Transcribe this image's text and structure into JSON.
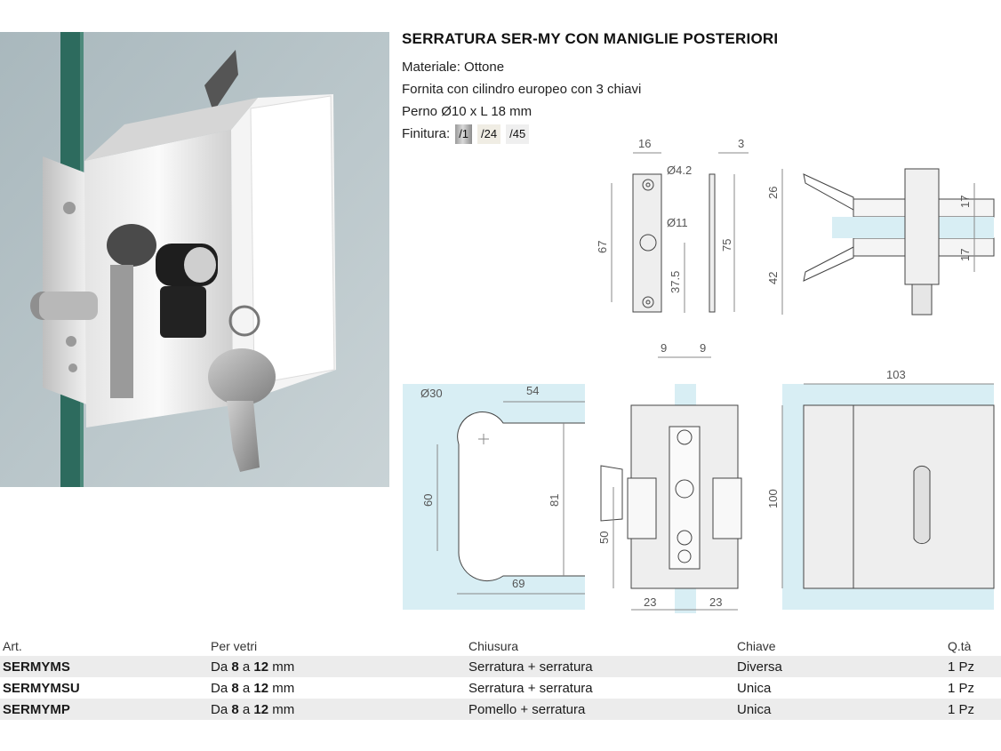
{
  "product": {
    "title": "SERRATURA SER-MY CON MANIGLIE POSTERIORI",
    "material": "Materiale: Ottone",
    "supply": "Fornita con cilindro europeo con 3 chiavi",
    "pin": "Perno Ø10 x L 18 mm",
    "finish_label": "Finitura:",
    "finishes": [
      "/1",
      "/24",
      "/45"
    ]
  },
  "dimensions": {
    "d16": "16",
    "d3": "3",
    "d4_2": "Ø4.2",
    "d11": "Ø11",
    "d67": "67",
    "d37_5": "37.5",
    "d75": "75",
    "d26": "26",
    "d17a": "17",
    "d17b": "17",
    "d42": "42",
    "d9a": "9",
    "d9b": "9",
    "d50": "50",
    "d23a": "23",
    "d23b": "23",
    "d30": "Ø30",
    "d54": "54",
    "d60": "60",
    "d81": "81",
    "d69": "69",
    "d103": "103",
    "d100": "100"
  },
  "table": {
    "headers": [
      "Art.",
      "Per vetri",
      "Chiusura",
      "Chiave",
      "Q.tà"
    ],
    "rows": [
      {
        "art": "SERMYMS",
        "glass_a": "Da ",
        "glass_b": "8",
        "glass_c": " a ",
        "glass_d": "12",
        "glass_e": " mm",
        "closure": "Serratura + serratura",
        "key": "Diversa",
        "qty": "1 Pz"
      },
      {
        "art": "SERMYMSU",
        "glass_a": "Da ",
        "glass_b": "8",
        "glass_c": " a ",
        "glass_d": "12",
        "glass_e": " mm",
        "closure": "Serratura + serratura",
        "key": "Unica",
        "qty": "1 Pz"
      },
      {
        "art": "SERMYMP",
        "glass_a": "Da ",
        "glass_b": "8",
        "glass_c": " a ",
        "glass_d": "12",
        "glass_e": " mm",
        "closure": "Pomello + serratura",
        "key": "Unica",
        "qty": "1 Pz"
      }
    ]
  }
}
